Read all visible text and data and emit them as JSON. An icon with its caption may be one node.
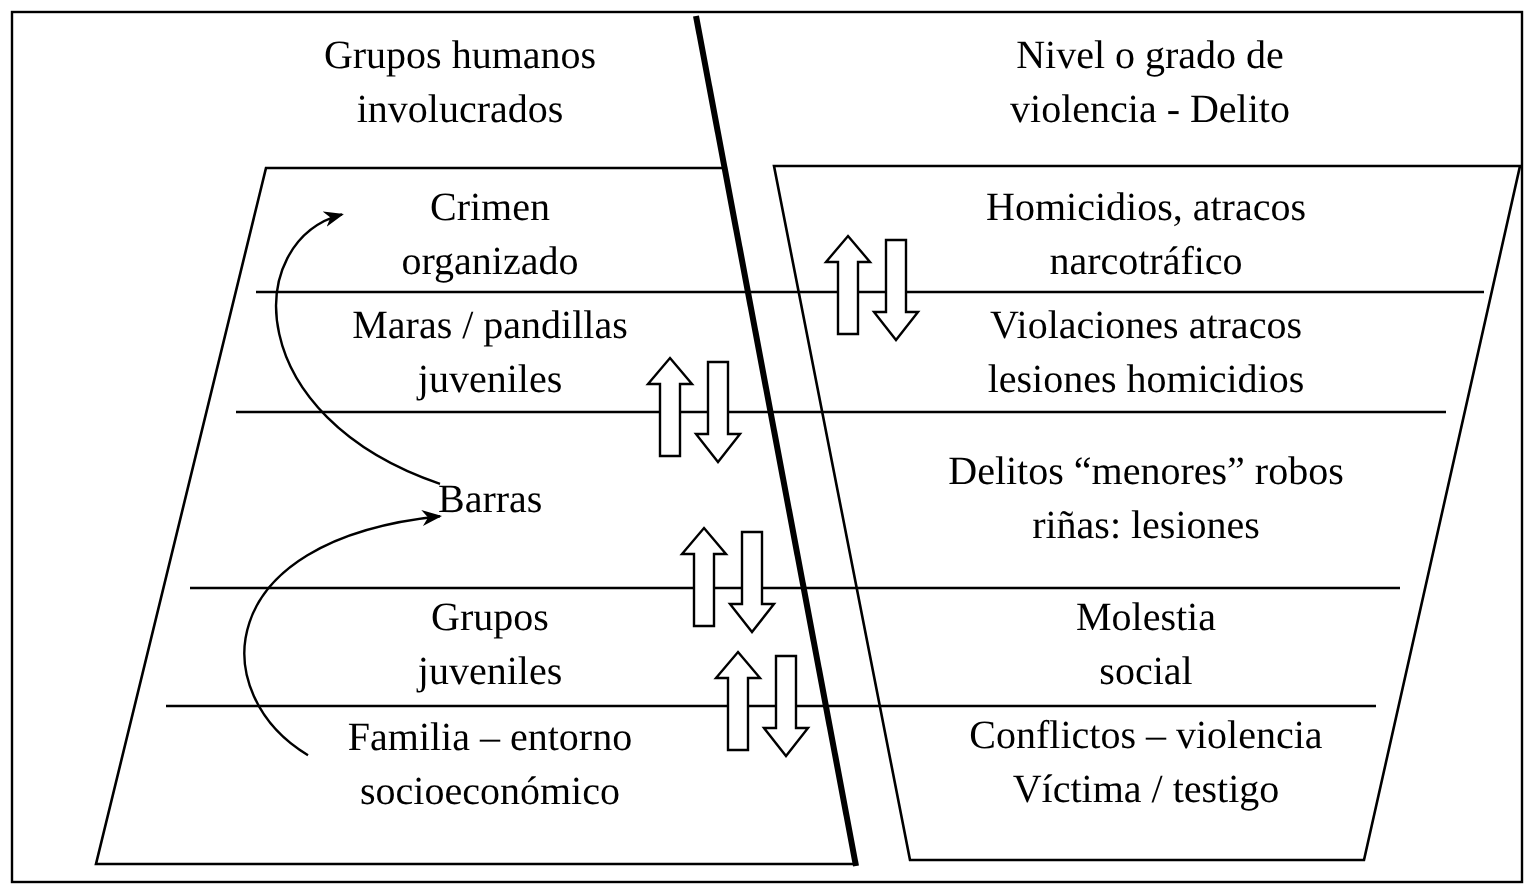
{
  "diagram": {
    "nodes": [
      {
        "text": [
          "Grupos humanos involucrados"
        ]
      },
      {
        "text": [
          "Crimen organizado"
        ],
        "in": 0
      },
      {
        "text": [
          "Maras / pandillas juveniles"
        ],
        "in": 0
      },
      {
        "text": [
          "Barras"
        ],
        "in": 0
      },
      {
        "text": [
          "Grupos juveniles"
        ],
        "in": 0
      },
      {
        "text": [
          "Familia – entorno socioeconómico"
        ],
        "in": 0
      },
      {
        "text": [
          "Nivel o grado de violencia - Delito"
        ]
      },
      {
        "text": [
          "Homicidios, atracos narcotráfico"
        ],
        "in": 6
      },
      {
        "text": [
          "Violaciones atracos lesiones homicidios"
        ],
        "in": 6
      },
      {
        "text": [
          "Delitos “menores” robos riñas: lesiones"
        ],
        "in": 6
      },
      {
        "text": [
          "Molestia social"
        ],
        "in": 6
      },
      {
        "text": [
          "Conflictos – violencia Víctima / testigo"
        ],
        "in": 6
      }
    ],
    "edges": [
      {
        "from": 3,
        "to": 1,
        "arrow": "to"
      },
      {
        "from": 5,
        "to": 3,
        "arrow": "to"
      }
    ]
  }
}
